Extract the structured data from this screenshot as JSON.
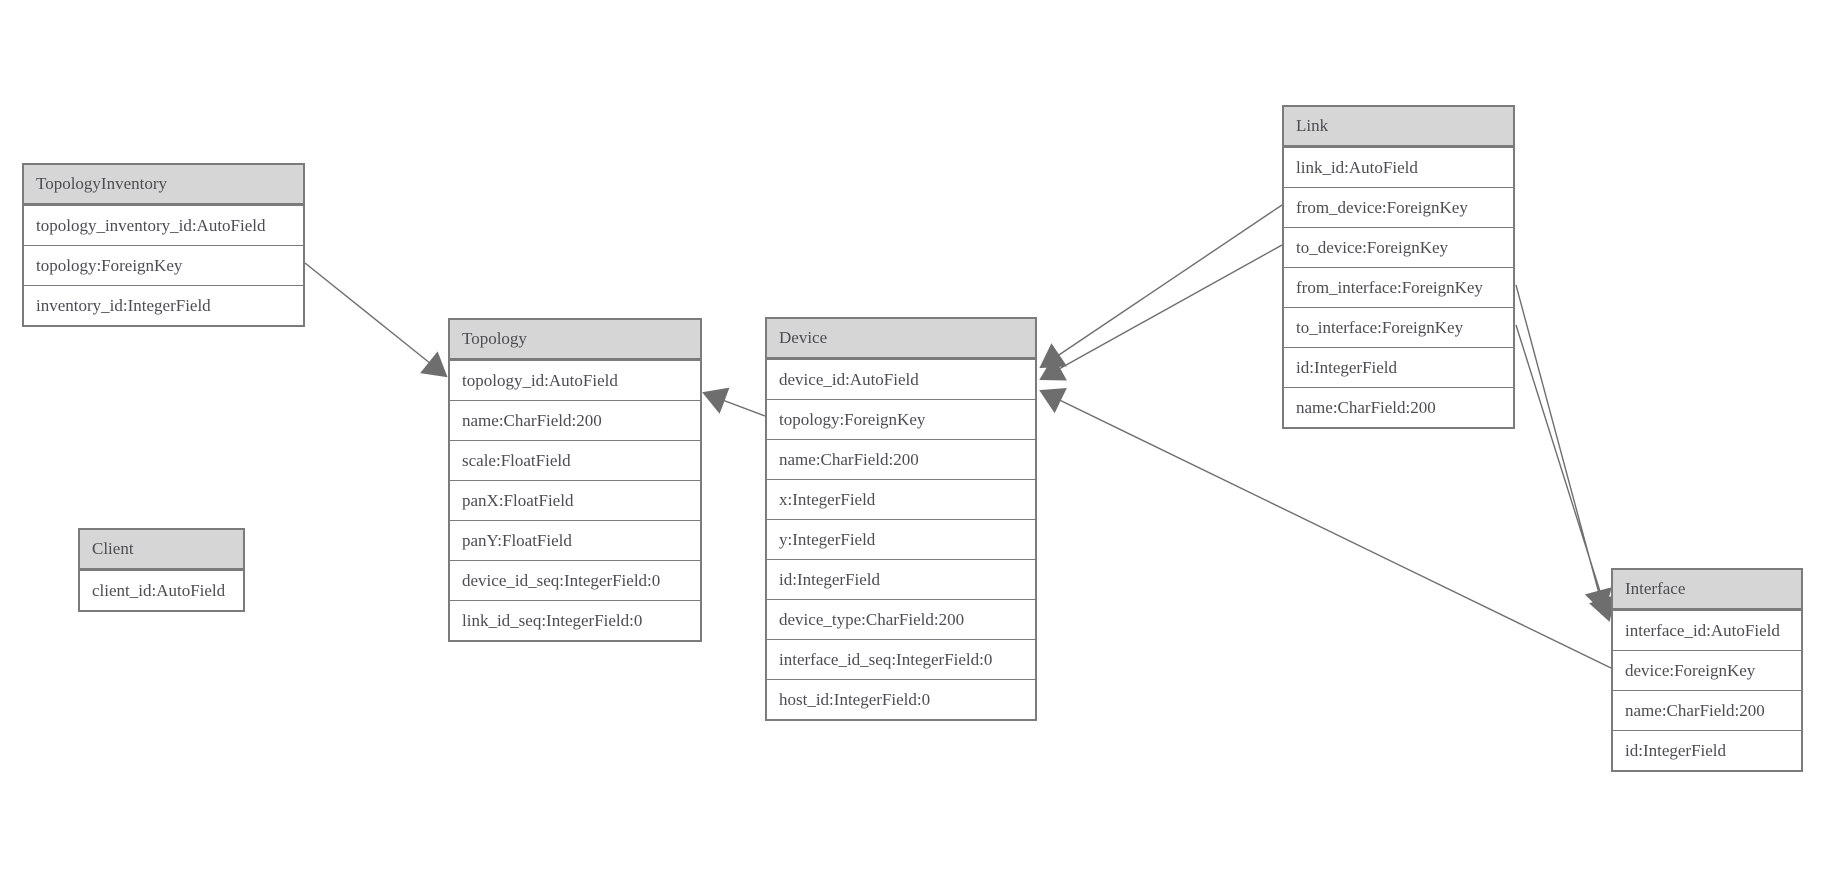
{
  "diagram": {
    "entities": [
      {
        "name": "TopologyInventory",
        "fields": [
          "topology_inventory_id:AutoField",
          "topology:ForeignKey",
          "inventory_id:IntegerField"
        ]
      },
      {
        "name": "Topology",
        "fields": [
          "topology_id:AutoField",
          "name:CharField:200",
          "scale:FloatField",
          "panX:FloatField",
          "panY:FloatField",
          "device_id_seq:IntegerField:0",
          "link_id_seq:IntegerField:0"
        ]
      },
      {
        "name": "Client",
        "fields": [
          "client_id:AutoField"
        ]
      },
      {
        "name": "Device",
        "fields": [
          "device_id:AutoField",
          "topology:ForeignKey",
          "name:CharField:200",
          "x:IntegerField",
          "y:IntegerField",
          "id:IntegerField",
          "device_type:CharField:200",
          "interface_id_seq:IntegerField:0",
          "host_id:IntegerField:0"
        ]
      },
      {
        "name": "Link",
        "fields": [
          "link_id:AutoField",
          "from_device:ForeignKey",
          "to_device:ForeignKey",
          "from_interface:ForeignKey",
          "to_interface:ForeignKey",
          "id:IntegerField",
          "name:CharField:200"
        ]
      },
      {
        "name": "Interface",
        "fields": [
          "interface_id:AutoField",
          "device:ForeignKey",
          "name:CharField:200",
          "id:IntegerField"
        ]
      }
    ],
    "connections": [
      {
        "from": "TopologyInventory.topology",
        "to": "Topology"
      },
      {
        "from": "Device.topology",
        "to": "Topology"
      },
      {
        "from": "Link.from_device",
        "to": "Device"
      },
      {
        "from": "Link.to_device",
        "to": "Device"
      },
      {
        "from": "Link.from_interface",
        "to": "Interface"
      },
      {
        "from": "Link.to_interface",
        "to": "Interface"
      },
      {
        "from": "Interface.device",
        "to": "Device"
      }
    ],
    "colors": {
      "background": "#ffffff",
      "entity_fill": "#ffffff",
      "header_fill": "#d6d6d6",
      "border": "#7b7b7b",
      "text": "#4c4c52",
      "connector": "#6e6e6e"
    }
  }
}
